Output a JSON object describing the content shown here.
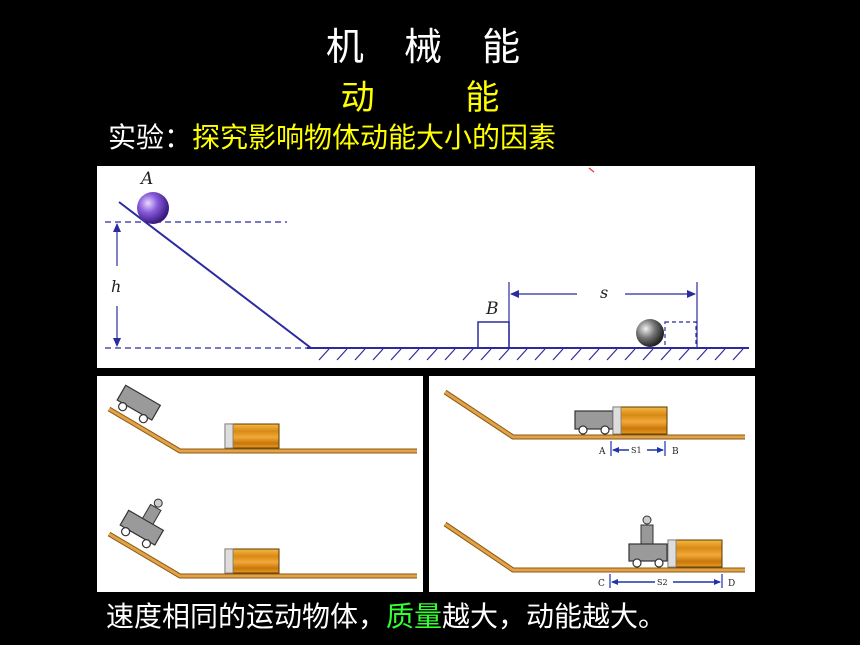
{
  "title": "机 械 能",
  "subtitle": "动 能",
  "experiment": {
    "prefix": "实验：",
    "topic": "探究影响物体动能大小的因素"
  },
  "diagram1": {
    "ball_label": "A",
    "height_label": "h",
    "block_label": "B",
    "distance_label": "s"
  },
  "diagram3": {
    "top": {
      "start": "A",
      "distance": "S1",
      "end": "B"
    },
    "bottom": {
      "start": "C",
      "distance": "S2",
      "end": "D"
    }
  },
  "conclusion": {
    "part1": "速度相同的运动物体，",
    "highlight": "质量",
    "part2": "越大，动能越大。"
  },
  "colors": {
    "title": "#ffffff",
    "subtitle": "#ffff00",
    "topic": "#ffff00",
    "highlight": "#33ff33",
    "background": "#000000"
  }
}
